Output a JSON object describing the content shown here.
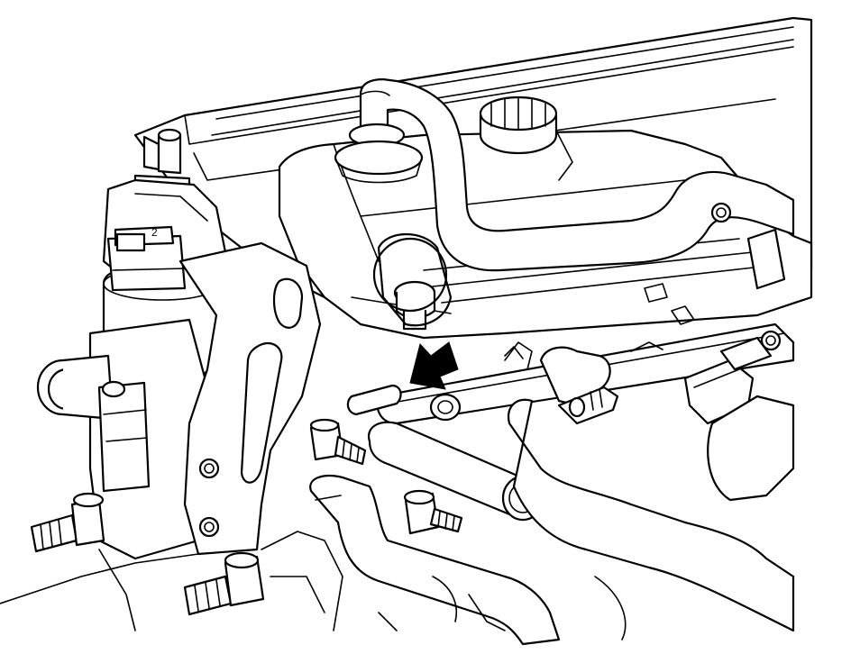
{
  "figure": {
    "background": "#ffffff",
    "line_color": "#000000",
    "icons": [
      "engine-line-art",
      "pointer-arrow-icon",
      "sensor-connector",
      "fuel-rail",
      "coolant-hose"
    ]
  },
  "labels": {
    "connector_mark": "2"
  }
}
